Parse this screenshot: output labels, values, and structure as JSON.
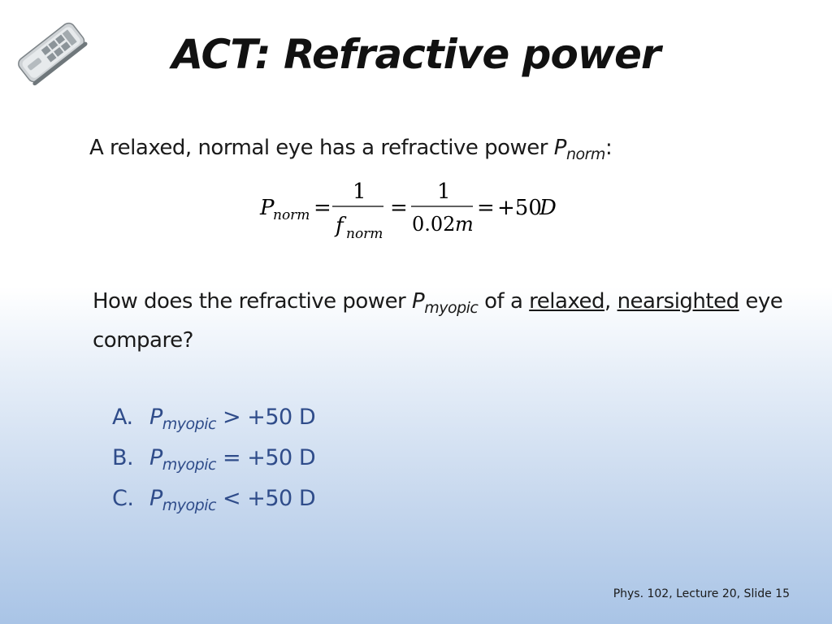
{
  "title": "ACT: Refractive power",
  "intro": {
    "text": "A relaxed, normal eye has a refractive power ",
    "symbol": "P",
    "subscript": "norm",
    "suffix": ":"
  },
  "equation": {
    "lhs_symbol": "P",
    "lhs_sub": "norm",
    "eq1": "=",
    "frac1_num": "1",
    "frac1_den": "f",
    "frac1_den_sub": "norm",
    "eq2": "=",
    "frac2_num": "1",
    "frac2_den": "0.02",
    "frac2_den_unit": "m",
    "eq3": "=",
    "result": "+50",
    "result_unit": "D"
  },
  "question": {
    "part1": "How does the refractive power ",
    "symbol": "P",
    "subscript": "myopic",
    "part2": " of a ",
    "word1": "relaxed",
    "comma": ",",
    "space": " ",
    "word2": "nearsighted",
    "part3": " eye compare?"
  },
  "options": [
    {
      "letter": "A.",
      "symbol": "P",
      "subscript": "myopic",
      "text": " > +50 D"
    },
    {
      "letter": "B.",
      "symbol": "P",
      "subscript": "myopic",
      "text": " = +50 D"
    },
    {
      "letter": "C.",
      "symbol": "P",
      "subscript": "myopic",
      "text": " < +50 D"
    }
  ],
  "footer": "Phys. 102, Lecture 20, Slide 15",
  "icons": {
    "clicker": "clicker-remote-icon"
  },
  "colors": {
    "option_text": "#2f4c8a",
    "gradient_bottom": "#a9c4e6"
  }
}
